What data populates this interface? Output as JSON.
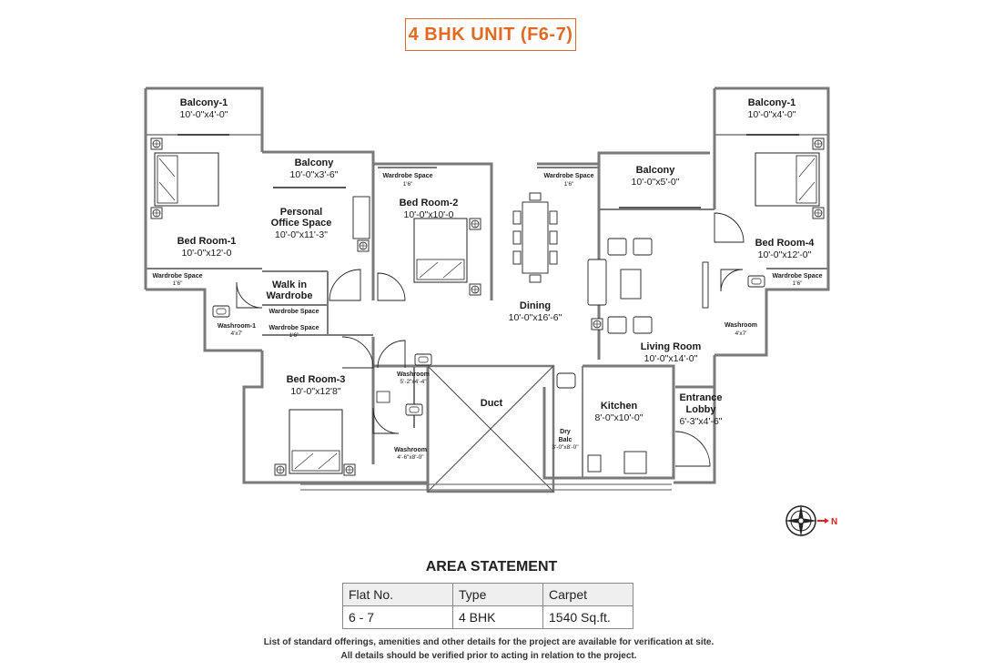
{
  "title": "4 BHK UNIT (F6-7)",
  "rooms": {
    "balcony1_left": {
      "name": "Balcony-1",
      "dim": "10'-0\"x4'-0\""
    },
    "balcony_office": {
      "name": "Balcony",
      "dim": "10'-0\"x3'-6\""
    },
    "wardrobe_br2": {
      "name": "Wardrobe Space",
      "dim": "1'6\""
    },
    "wardrobe_dining": {
      "name": "Wardrobe Space",
      "dim": "1'6\""
    },
    "balcony_living": {
      "name": "Balcony",
      "dim": "10'-0\"x5'-0\""
    },
    "balcony1_right": {
      "name": "Balcony-1",
      "dim": "10'-0\"x4'-0\""
    },
    "office_line1": "Personal",
    "office_line2": "Office Space",
    "office_dim": "10'-0\"x11'-3\"",
    "bedroom2": {
      "name": "Bed Room-2",
      "dim": "10'-0\"x10'-0"
    },
    "bedroom1": {
      "name": "Bed Room-1",
      "dim": "10'-0\"x12'-0"
    },
    "bedroom4": {
      "name": "Bed Room-4",
      "dim": "10'-0\"x12'-0\""
    },
    "wardrobe_br1": {
      "name": "Wardrobe Space",
      "dim": "1'6\""
    },
    "wardrobe_br4": {
      "name": "Wardrobe Space",
      "dim": "1'6\""
    },
    "walkin_line1": "Walk in",
    "walkin_line2": "Wardrobe",
    "wardrobe_walkin1": "Wardrobe Space",
    "wardrobe_walkin2": {
      "name": "Wardrobe Space",
      "dim": "1'6\""
    },
    "washroom1": {
      "name": "Washroom-1",
      "dim": "4'x7'"
    },
    "washroom_right": {
      "name": "Washroom",
      "dim": "4'x7'"
    },
    "dining": {
      "name": "Dining",
      "dim": "10'-0\"x16'-6\""
    },
    "living": {
      "name": "Living Room",
      "dim": "10'-0\"x14'-0\""
    },
    "bedroom3": {
      "name": "Bed Room-3",
      "dim": "10'-0\"x12'8\""
    },
    "washroom_mid": {
      "name": "Washroom",
      "dim": "5'-2\"x4'-4\""
    },
    "washroom_small": {
      "name": "Washroom",
      "dim": "4'-6\"x8'-0\""
    },
    "duct": "Duct",
    "drybalc_line1": "Dry",
    "drybalc_line2": "Balc",
    "drybalc_dim": "3'-0\"x8'-0\"",
    "kitchen": {
      "name": "Kitchen",
      "dim": "8'-0\"x10'-0\""
    },
    "entrance_line1": "Entrance",
    "entrance_line2": "Lobby",
    "entrance_dim": "6'-3\"x4'-6\""
  },
  "compass_mark": "N",
  "area_statement": {
    "title": "AREA STATEMENT",
    "headers": [
      "Flat No.",
      "Type",
      "Carpet"
    ],
    "row": [
      "6 - 7",
      "4 BHK",
      "1540 Sq.ft."
    ]
  },
  "disclaimer": [
    "List of standard offerings, amenities and other details for the project are available for verification at site.",
    "All details should be verified prior to acting in relation to the project."
  ],
  "colors": {
    "accent": "#e06a23",
    "wall": "#7a7a7a",
    "line": "#222222"
  }
}
